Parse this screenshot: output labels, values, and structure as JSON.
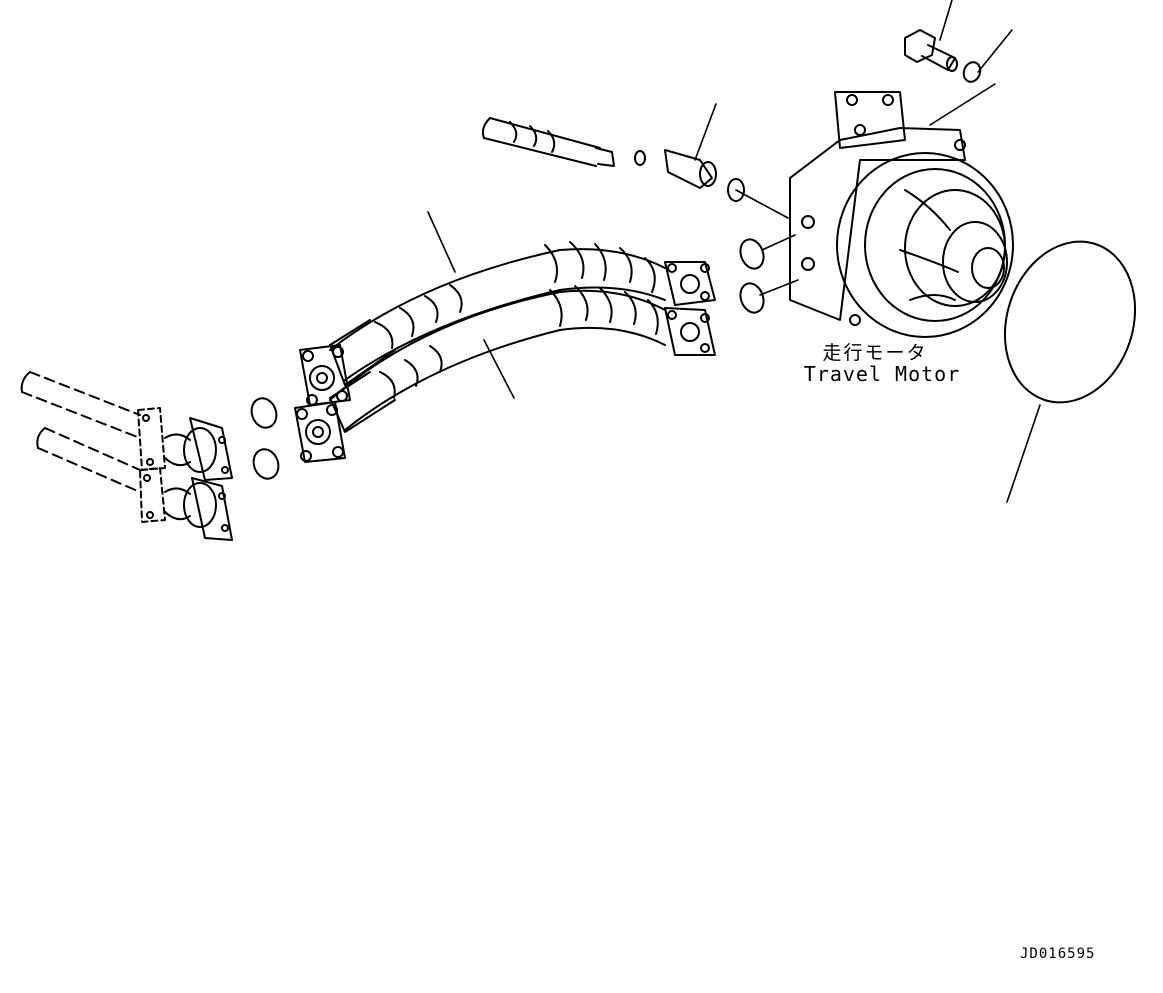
{
  "labels": {
    "component_jp": "走行モータ",
    "component_en": "Travel Motor"
  },
  "drawing_code": "JD016595",
  "colors": {
    "line": "#000000",
    "background": "#ffffff"
  }
}
